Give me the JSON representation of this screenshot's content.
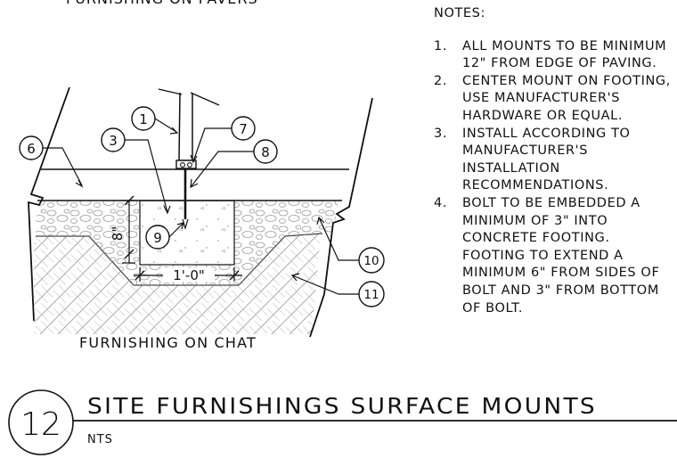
{
  "detail": {
    "top_caption_partial": "FURNISHING ON PAVERS",
    "caption": "FURNISHING ON CHAT",
    "number": "12",
    "title": "SITE FURNISHINGS SURFACE MOUNTS",
    "scale": "NTS"
  },
  "dimensions": {
    "footing_depth": "8\"",
    "footing_width": "1'-0\""
  },
  "callouts": [
    "1",
    "3",
    "6",
    "7",
    "8",
    "9",
    "10",
    "11"
  ],
  "notes": {
    "title": "NOTES:",
    "items": [
      {
        "num": "1.",
        "text": "ALL MOUNTS TO BE MINIMUM 12\" FROM EDGE OF PAVING."
      },
      {
        "num": "2.",
        "text": "CENTER MOUNT ON FOOTING, USE MANUFACTURER'S HARDWARE OR EQUAL."
      },
      {
        "num": "3.",
        "text": "INSTALL ACCORDING TO MANUFACTURER'S INSTALLATION RECOMMENDATIONS."
      },
      {
        "num": "4.",
        "text": "BOLT TO BE EMBEDDED A MINIMUM OF 3\" INTO CONCRETE FOOTING. FOOTING TO EXTEND A MINIMUM 6\" FROM SIDES OF BOLT AND 3\" FROM BOTTOM OF BOLT."
      }
    ]
  }
}
